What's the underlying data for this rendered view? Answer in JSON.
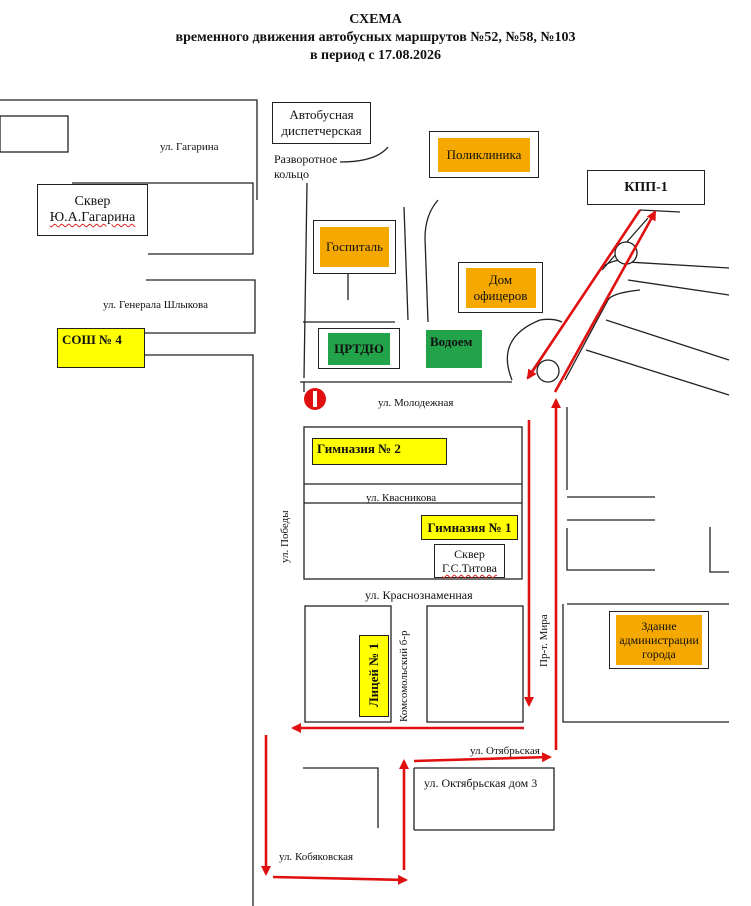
{
  "title": {
    "line1": "СХЕМА",
    "line2": "временного движения автобусных маршрутов №52, №58, №103",
    "line3": "в период с 17.08.2026"
  },
  "places": {
    "dispatch": "Автобусная диспетчерская",
    "turnaround": "Разворотное кольцо",
    "polyclinic": "Поликлиника",
    "kpp": "КПП-1",
    "square_gagarin_1": "Сквер",
    "square_gagarin_2": "Ю.А.Гагарина",
    "hospital": "Госпиталь",
    "officers_house_1": "Дом",
    "officers_house_2": "офицеров",
    "school4": "СОШ № 4",
    "crtdu": "ЦРТДЮ",
    "reservoir": "Водоем",
    "gymnasium2": "Гимназия № 2",
    "gymnasium1": "Гимназия № 1",
    "square_titov_1": "Сквер",
    "square_titov_2": "Г.С.Титова",
    "lyceum1": "Лицей № 1",
    "admin_1": "Здание",
    "admin_2": "администрации",
    "admin_3": "города",
    "oktyabrskaya3": "ул. Октябрьская дом 3"
  },
  "streets": {
    "gagarina": "ул. Гагарина",
    "shlykova": "ул. Генерала Шлыкова",
    "molodezhnaya": "ул. Молодежная",
    "kvasnikova": "ул. Квасникова",
    "krasnoznamennaya": "ул. Краснознаменная",
    "pobedy": "ул. Победы",
    "komsomolsky": "Комсомольский б-р",
    "mira": "Пр-т. Мира",
    "oktyabrskaya": "ул. Отябрьская",
    "kobyakovskaya": "ул. Кобяковская"
  },
  "colors": {
    "route": "#e01010",
    "road": "#222222",
    "no_entry": "#e01010",
    "highlight_orange": "#f5a800",
    "highlight_yellow": "#ffff00",
    "highlight_green": "#22a34a"
  }
}
